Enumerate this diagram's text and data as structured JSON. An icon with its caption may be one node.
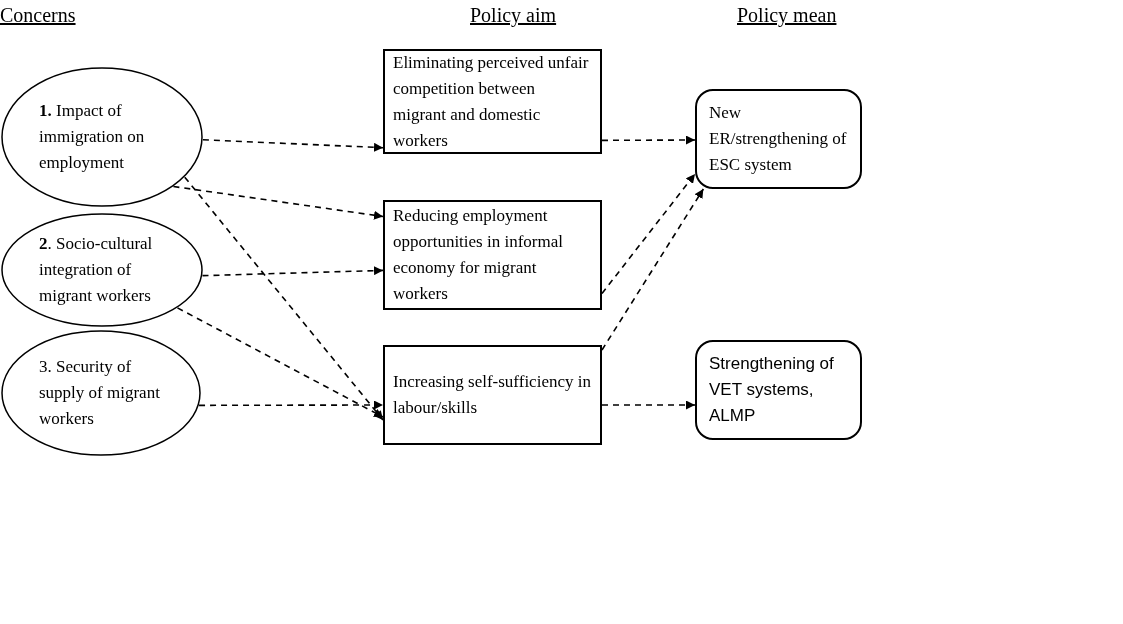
{
  "diagram": {
    "nodes": [
      {
        "text": [
          "**1.** Impact of immigration on employment"
        ]
      },
      {
        "text": [
          "**2**. Socio-cultural integration of migrant workers"
        ]
      },
      {
        "text": [
          "3. Security of supply of migrant workers"
        ]
      },
      {
        "text": [
          "Eliminating perceived unfair competition between migrant and domestic workers"
        ]
      },
      {
        "text": [
          "Reducing employment opportunities in informal economy for migrant workers"
        ]
      },
      {
        "text": [
          "Increasing self-sufficiency in labour/skills"
        ]
      },
      {
        "text": [
          "New ER/strengthening of ESC system"
        ]
      },
      {
        "text": [
          "Strengthening of VET systems, ALMP"
        ]
      }
    ],
    "edges": [
      {
        "from": 0,
        "to": 3,
        "arrow": "to",
        "style": "dashed"
      },
      {
        "from": 0,
        "to": 4,
        "arrow": "to",
        "style": "dashed"
      },
      {
        "from": 0,
        "to": 5,
        "arrow": "to",
        "style": "dashed"
      },
      {
        "from": 1,
        "to": 4,
        "arrow": "to",
        "style": "dashed"
      },
      {
        "from": 1,
        "to": 5,
        "arrow": "to",
        "style": "dashed"
      },
      {
        "from": 2,
        "to": 5,
        "arrow": "to",
        "style": "dashed"
      },
      {
        "from": 3,
        "to": 6,
        "arrow": "to",
        "style": "dashed"
      },
      {
        "from": 4,
        "to": 6,
        "arrow": "to",
        "style": "dashed"
      },
      {
        "from": 5,
        "to": 6,
        "arrow": "to",
        "style": "dashed"
      },
      {
        "from": 5,
        "to": 7,
        "arrow": "to",
        "style": "dashed"
      }
    ],
    "labels": [
      "Concerns",
      "Policy aim",
      "Policy mean"
    ]
  }
}
